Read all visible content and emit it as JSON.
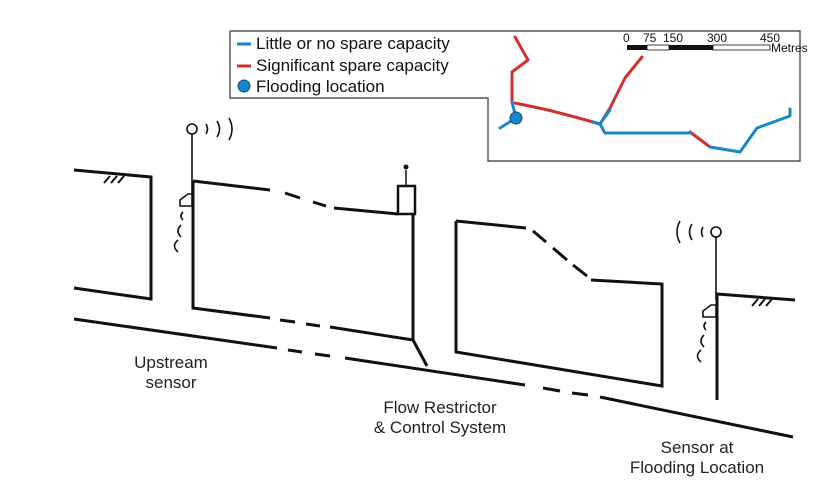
{
  "legend": {
    "items": [
      {
        "label": "Little or no spare capacity",
        "color": "#1a86c8",
        "symbol": "line"
      },
      {
        "label": "Significant spare capacity",
        "color": "#d0312d",
        "symbol": "line"
      },
      {
        "label": "Flooding location",
        "color": "#1a86c8",
        "symbol": "dot"
      }
    ]
  },
  "scale_bar": {
    "ticks": [
      "0",
      "75",
      "150",
      "300",
      "450"
    ],
    "unit": "Metres"
  },
  "labels": {
    "upstream_sensor_line1": "Upstream",
    "upstream_sensor_line2": "sensor",
    "flow_restrictor_line1": "Flow Restrictor",
    "flow_restrictor_line2": "& Control System",
    "flooding_sensor_line1": "Sensor at",
    "flooding_sensor_line2": "Flooding Location"
  }
}
